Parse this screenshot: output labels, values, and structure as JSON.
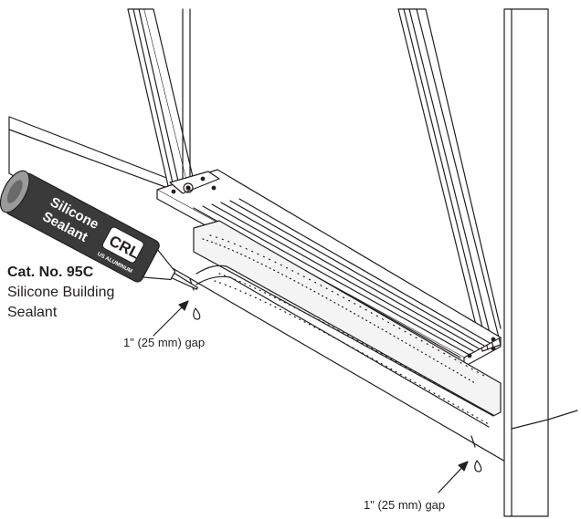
{
  "labels": {
    "catalog_number": "Cat. No. 95C",
    "product_name_line1": "Silicone Building",
    "product_name_line2": "Sealant",
    "gap_left": "1\" (25 mm) gap",
    "gap_right": "1\" (25 mm) gap"
  },
  "tube": {
    "text_line1": "Silicone",
    "text_line2": "Sealant",
    "brand": "CRL",
    "brand_sub": "US ALUMINUM"
  },
  "colors": {
    "line": "#231f20",
    "tube_body": "#3a3a3a",
    "tube_cap": "#9a9a9a",
    "frame_fill": "#ffffff",
    "sealant_fill": "#f4f4f4"
  }
}
